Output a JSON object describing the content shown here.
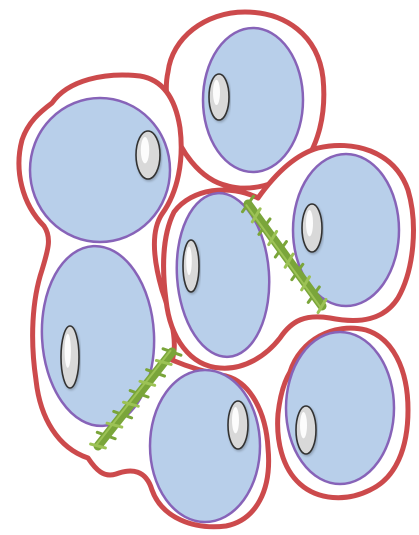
{
  "colors": {
    "envelope_stroke": "#cc4a4c",
    "envelope_fill": "#ffffff",
    "cell_fill": "#b8cfea",
    "cell_stroke": "#8763b8",
    "nucleus_fill": "#d9d9d9",
    "nucleus_stroke": "#333333",
    "junction_color": "#7aa53a",
    "junction_highlight": "#9cc255"
  },
  "cells": [
    {
      "id": "top"
    },
    {
      "id": "upper-left"
    },
    {
      "id": "center"
    },
    {
      "id": "right"
    },
    {
      "id": "lower-left"
    },
    {
      "id": "bottom-middle"
    },
    {
      "id": "bottom-right"
    }
  ],
  "junctions": [
    {
      "id": "center-right"
    },
    {
      "id": "lower-left-bottom"
    }
  ]
}
